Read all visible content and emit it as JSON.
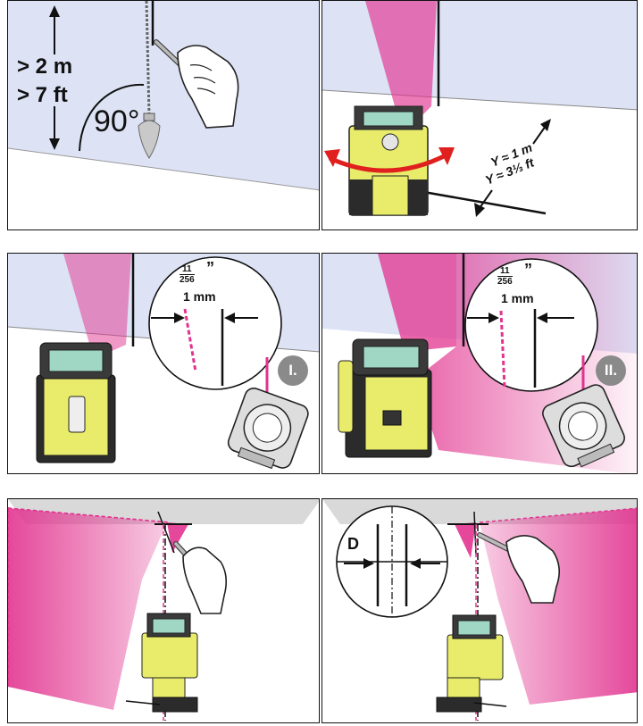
{
  "panel1": {
    "height_metric": "> 2 m",
    "height_imperial": "> 7 ft",
    "angle": "90°"
  },
  "panel2": {
    "distance_metric": "Y ≈ 1 m",
    "distance_imperial": "Y ≈ 3⅓ ft"
  },
  "panel3": {
    "fraction_num": "11",
    "fraction_den": "256",
    "inch_mark": "”",
    "tolerance": "1 mm",
    "step": "I."
  },
  "panel4": {
    "fraction_num": "11",
    "fraction_den": "256",
    "inch_mark": "”",
    "tolerance": "1 mm",
    "step": "II."
  },
  "panel6": {
    "deviation_label": "D"
  },
  "colors": {
    "laser": "#e2338f",
    "wall": "#dde3f5",
    "device_yellow": "#e8ec6a",
    "device_dark": "#2b2b2b"
  }
}
